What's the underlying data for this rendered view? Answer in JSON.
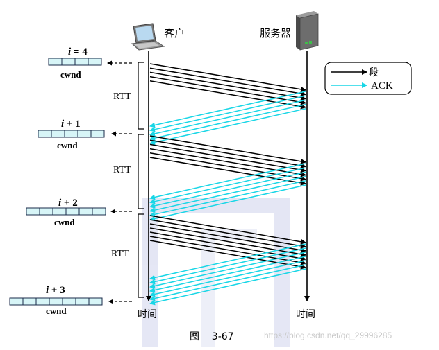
{
  "labels": {
    "client": "客户",
    "server": "服务器",
    "time_left": "时间",
    "time_right": "时间",
    "rtt": "RTT",
    "cwnd": "cwnd",
    "figure_caption": "图    3-67",
    "watermark": "https://blog.csdn.net/qq_29996285"
  },
  "legend": {
    "segment": "段",
    "ack": "ACK"
  },
  "windows": [
    {
      "label_i": "i",
      "label_rest": " = 4",
      "cells": 4
    },
    {
      "label_i": "i",
      "label_rest": " + 1",
      "cells": 5
    },
    {
      "label_i": "i",
      "label_rest": " + 2",
      "cells": 6
    },
    {
      "label_i": "i",
      "label_rest": " + 3",
      "cells": 7
    }
  ],
  "rounds": [
    {
      "segments": 5,
      "acks": 5
    },
    {
      "segments": 6,
      "acks": 6
    },
    {
      "segments": 7,
      "acks": 7
    }
  ],
  "colors": {
    "segment": "#000000",
    "ack": "#18d6e6",
    "cell_fill": "#d7f5f7",
    "cell_stroke": "#1a2a4a",
    "laptop": "#555555",
    "server_body": "#6d6d6d",
    "watermark_block": "#cfd3ec"
  },
  "icons": {
    "client": "laptop-icon",
    "server": "server-tower-icon"
  }
}
